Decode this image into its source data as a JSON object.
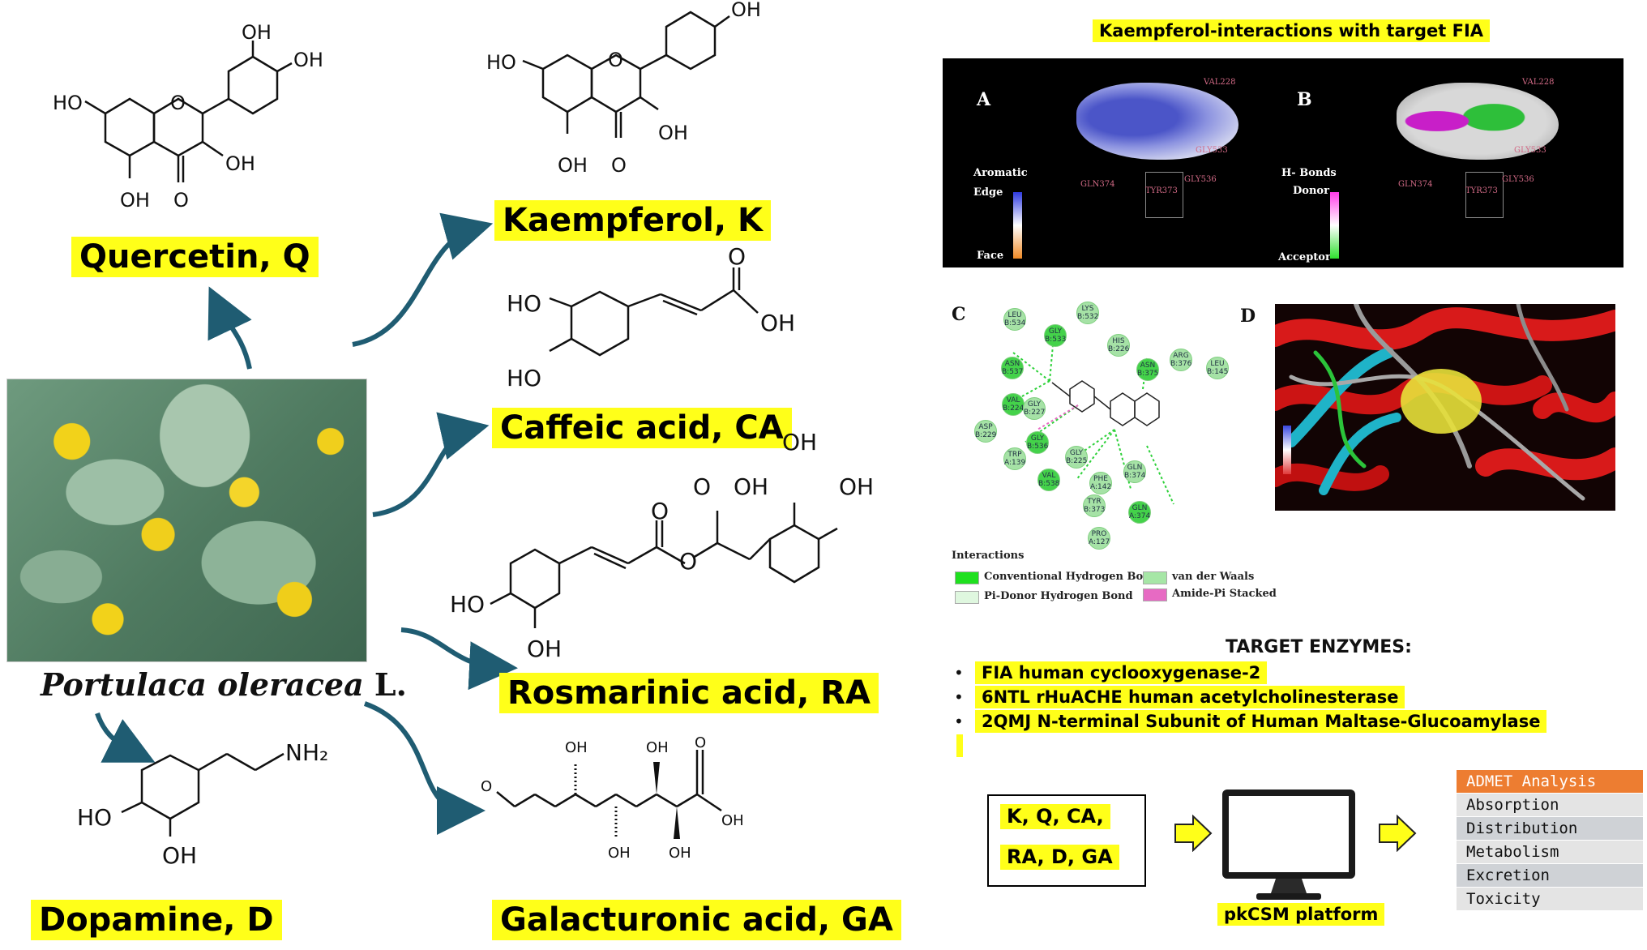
{
  "plant": {
    "genus_species": "Portulaca oleracea",
    "authority": "L."
  },
  "compounds": {
    "quercetin": "Quercetin, Q",
    "kaempferol": "Kaempferol, K",
    "caffeic": "Caffeic acid, CA",
    "rosmarinic": "Rosmarinic acid, RA",
    "dopamine": "Dopamine, D",
    "galacturonic": "Galacturonic acid, GA"
  },
  "atoms": {
    "HO": "HO",
    "OH": "OH",
    "O": "O",
    "NH2": "NH₂"
  },
  "interaction_title": "Kaempferol-interactions with target FIA",
  "panel_ab": {
    "label_a": "A",
    "label_b": "B",
    "aromatic": "Aromatic",
    "edge": "Edge",
    "face": "Face",
    "hbonds": "H- Bonds",
    "donor": "Donor",
    "acceptor": "Acceptor",
    "residues": [
      "VAL228",
      "GLY533",
      "GLY536",
      "GLN374",
      "TYR373"
    ]
  },
  "panel_c": {
    "label": "C",
    "residues": [
      "LYS B:532",
      "LEU B:534",
      "GLY B:533",
      "HIS B:226",
      "ASN B:537",
      "ASN B:375",
      "ARG B:376",
      "LEU B:145",
      "VAL B:224",
      "GLY B:227",
      "ASP B:229",
      "GLY B:536",
      "TRP A:139",
      "GLY B:225",
      "VAL B:538",
      "PHE A:142",
      "GLN B:374",
      "TYR B:373",
      "GLN A:374",
      "PRO A:127"
    ],
    "legend_title": "Interactions",
    "legend": [
      "Conventional Hydrogen Bond",
      "Pi-Donor Hydrogen Bond",
      "van der Waals",
      "Amide-Pi Stacked"
    ]
  },
  "panel_d": {
    "label": "D"
  },
  "targets": {
    "title": "TARGET ENZYMES:",
    "items": [
      "FIA human cyclooxygenase-2",
      "6NTL rHuACHE human acetylcholinesterase",
      "2QMJ N-terminal  Subunit of Human Maltase-Glucoamylase"
    ]
  },
  "compound_box": {
    "line1": "K, Q, CA,",
    "line2": "RA, D, GA"
  },
  "platform": "pkCSM platform",
  "admet": {
    "header": "ADMET Analysis",
    "rows": [
      "Absorption",
      "Distribution",
      "Metabolism",
      "Excretion",
      "Toxicity"
    ]
  },
  "colors": {
    "highlight": "#ffff19",
    "arrow": "#1f5c72",
    "admet_header": "#ed7d31",
    "interaction_strong": "#44d24a",
    "interaction_weak": "#a6e2a6",
    "amide_pi": "#e76ac3"
  }
}
